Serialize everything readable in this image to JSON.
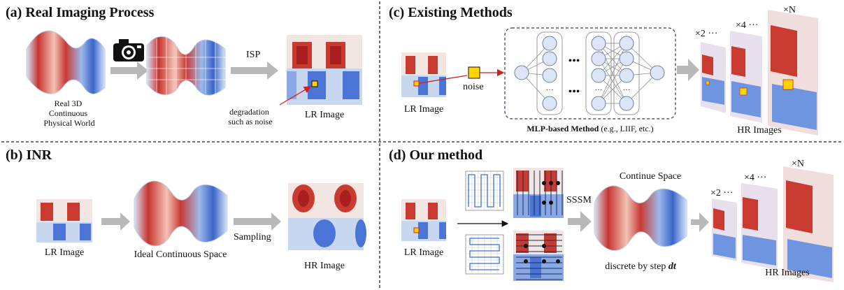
{
  "panels": {
    "a": {
      "title": "(a) Real Imaging Process",
      "world_label": [
        "Real 3D",
        "Continuous",
        "Physical World"
      ],
      "isp_label": "ISP",
      "degradation_label": [
        "degradation",
        "such as noise"
      ],
      "lr_label": "LR Image"
    },
    "b": {
      "title": "(b) INR",
      "lr_label": "LR Image",
      "space_label": "Ideal Continuous Space",
      "sampling_label": "Sampling",
      "hr_label": "HR Image"
    },
    "c": {
      "title": "(c) Existing Methods",
      "lr_label": "LR Image",
      "noise_label": "noise",
      "dots": "•••",
      "ellipsis": "···",
      "mlp_bold": "MLP-based Method",
      "mlp_rest": " (e.g., LIIF, etc.)",
      "scale_2": "×2 ···",
      "scale_4": "×4 ···",
      "scale_n": "×N",
      "hr_label": "HR Images"
    },
    "d": {
      "title": "(d) Our method",
      "lr_label": "LR Image",
      "sssm_label": "SSSM",
      "space_label": "Continue Space",
      "step_prefix": "discrete by step ",
      "step_var": "dt",
      "scale_2": "×2 ···",
      "scale_4": "×4 ···",
      "scale_n": "×N",
      "hr_label": "HR Images"
    }
  },
  "colors": {
    "red": "#c62a2a",
    "blue": "#3b6fd6",
    "arrow_gray": "#b8b8b8",
    "highlight": "#ffd400",
    "annotation_red": "#d21f1f"
  },
  "icons": [
    "camera-icon",
    "yellow-pixel-icon"
  ]
}
